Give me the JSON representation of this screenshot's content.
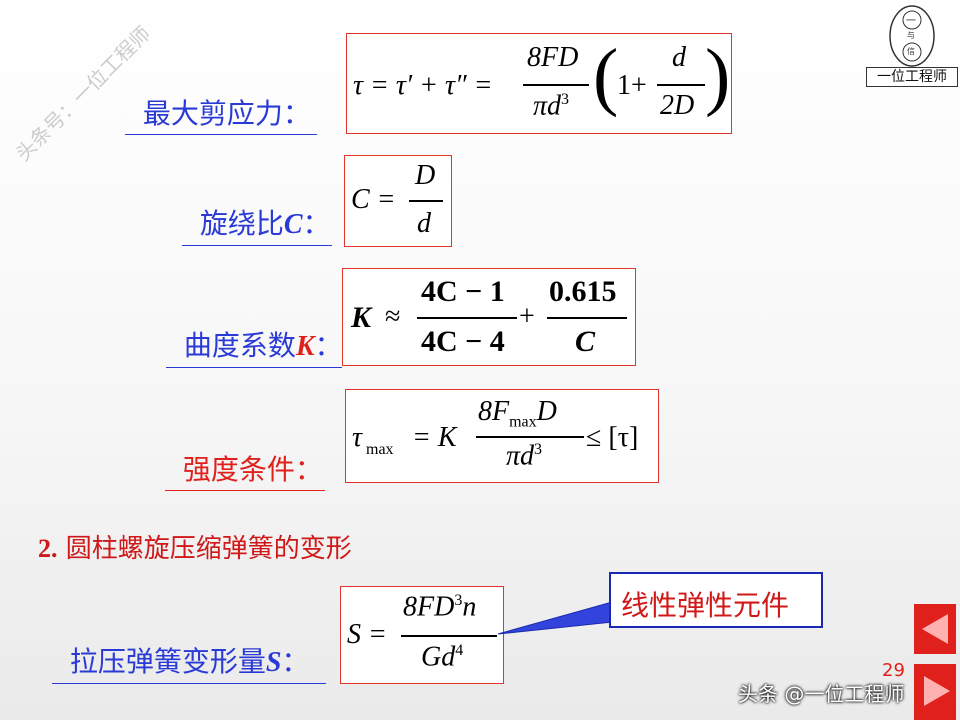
{
  "watermark": "头条号：一位工程师",
  "logo": {
    "caption": "一位工程师",
    "top": "一",
    "mid": "与",
    "bot": "信"
  },
  "labels": {
    "max_shear": "最大剪应力：",
    "spring_index": "旋绕比",
    "spring_index_var": "C",
    "curvature": "曲度系数",
    "curvature_var": "K",
    "strength": "强度条件：",
    "deformation": "拉压弹簧变形量",
    "deformation_var": "S",
    "colon": "："
  },
  "section": {
    "number": "2.",
    "title": "圆柱螺旋压缩弹簧的变形"
  },
  "formulas": {
    "f1": {
      "lhs": "τ = τ′ + τ″ =",
      "num": "8FD",
      "den_a": "πd",
      "den_exp": "3",
      "one_plus": "1+",
      "frac_num": "d",
      "frac_den": "2D"
    },
    "f2": {
      "lhs": "C =",
      "num": "D",
      "den": "d"
    },
    "f3": {
      "lhs": "K",
      "approx": "≈",
      "num1": "4C − 1",
      "den1": "4C − 4",
      "plus": "+",
      "num2": "0.615",
      "den2": "C"
    },
    "f4": {
      "tau": "τ",
      "sub": "max",
      "eq": "= K",
      "num_a": "8F",
      "num_sub": "max",
      "num_b": "D",
      "den_a": "πd",
      "den_exp": "3",
      "rhs": "≤ [τ]"
    },
    "f5": {
      "lhs": "S =",
      "num_a": "8FD",
      "num_exp": "3",
      "num_b": "n",
      "den_a": "Gd",
      "den_exp": "4"
    }
  },
  "callout": "线性弹性元件",
  "page_number": "29",
  "footer_watermark": "头条 @一位工程师",
  "colors": {
    "blue": "#2a3ad6",
    "red": "#e0201b",
    "box_border": "#e0342c"
  }
}
